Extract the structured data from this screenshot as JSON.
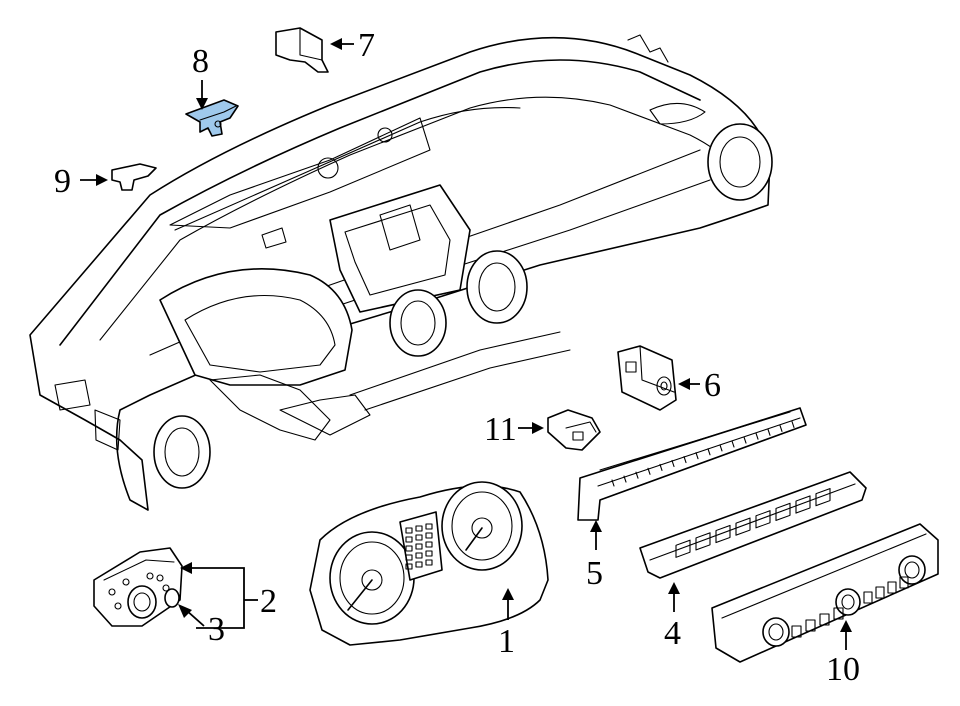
{
  "diagram": {
    "highlight_color": "#9fc9ec",
    "line_color": "#000000",
    "background": "#ffffff",
    "callouts": [
      {
        "id": "c1",
        "label": "1"
      },
      {
        "id": "c2",
        "label": "2"
      },
      {
        "id": "c3",
        "label": "3"
      },
      {
        "id": "c4",
        "label": "4"
      },
      {
        "id": "c5",
        "label": "5"
      },
      {
        "id": "c6",
        "label": "6"
      },
      {
        "id": "c7",
        "label": "7"
      },
      {
        "id": "c8",
        "label": "8"
      },
      {
        "id": "c9",
        "label": "9"
      },
      {
        "id": "c10",
        "label": "10"
      },
      {
        "id": "c11",
        "label": "11"
      }
    ]
  }
}
